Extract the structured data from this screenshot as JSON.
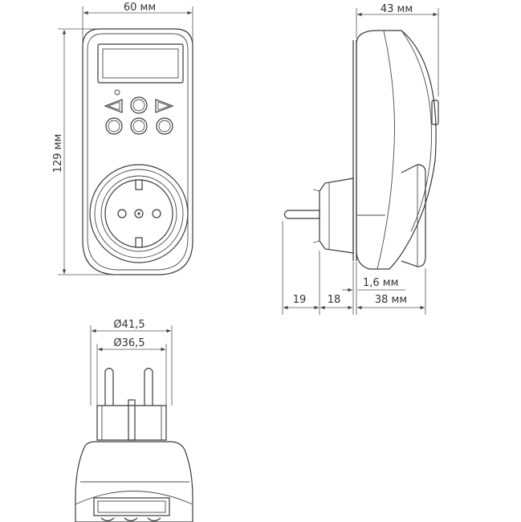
{
  "front_view": {
    "width_label": "60 мм",
    "height_label": "129 мм"
  },
  "side_view": {
    "depth_label": "43 мм",
    "plug_pin_label": "19",
    "plug_body_label": "18",
    "plate_label": "1,6 мм",
    "body_label": "38 мм"
  },
  "bottom_view": {
    "outer_diameter_label": "Ø41,5",
    "inner_diameter_label": "Ø36,5"
  }
}
